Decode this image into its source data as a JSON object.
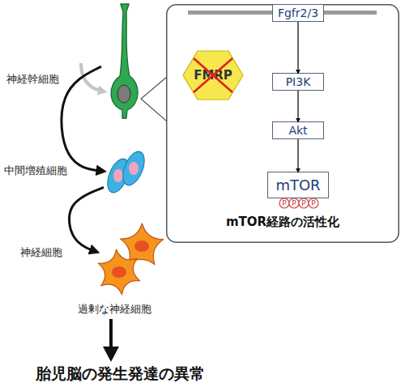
{
  "diagram": {
    "nodes": [
      {
        "text": [
          "神経幹細胞"
        ]
      },
      {
        "text": [
          "mTOR経路の活性化"
        ]
      },
      {
        "text": [
          "Fgfr2/3"
        ],
        "in": 1
      },
      {
        "text": [
          "FMRP"
        ],
        "in": 1
      },
      {
        "text": [
          "PI3K"
        ],
        "in": 1
      },
      {
        "text": [
          "Akt"
        ],
        "in": 1
      },
      {
        "text": [
          "mTOR"
        ],
        "in": 1
      },
      {
        "text": [
          "中間増殖細胞"
        ]
      },
      {
        "text": [
          "神経細胞"
        ]
      }
    ],
    "edges": [
      {
        "from": 0,
        "to": 7,
        "arrow": "to"
      },
      {
        "from": 7,
        "to": 8,
        "arrow": "to"
      },
      {
        "from": 2,
        "to": 4,
        "arrow": "to"
      },
      {
        "from": 4,
        "to": 5,
        "arrow": "to"
      },
      {
        "from": 5,
        "to": 6,
        "arrow": "to"
      }
    ],
    "labels": [
      "P",
      "P",
      "P",
      "P",
      "過剰な神経細胞",
      "胎児脳の発生発達の異常"
    ]
  }
}
